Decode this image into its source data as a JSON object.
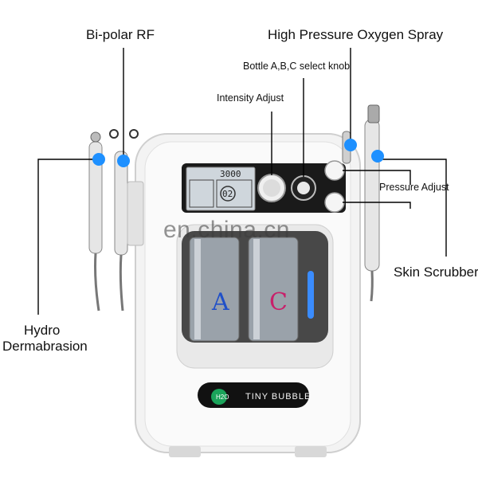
{
  "labels": {
    "bipolar_rf": "Bi-polar RF",
    "high_pressure_oxygen_spray": "High Pressure Oxygen Spray",
    "bottle_select_knob": "Bottle A,B,C select knob",
    "intensity_adjust": "Intensity Adjust",
    "pressure_adjust": "Pressure Adjust",
    "skin_scrubber": "Skin Scrubber",
    "hydro_line1": "Hydro",
    "hydro_line2": "Dermabrasion"
  },
  "watermark": "en.china.cn",
  "device": {
    "brand": "TINY BUBBLE",
    "logo": "H2O",
    "display_value": "3000",
    "display_small": "02",
    "bottle_a": "A",
    "bottle_c": "C"
  },
  "colors": {
    "marker": "#1e90ff",
    "body": "#f2f2f2",
    "panel": "#1a1a1a",
    "brand_plate": "#111111"
  }
}
